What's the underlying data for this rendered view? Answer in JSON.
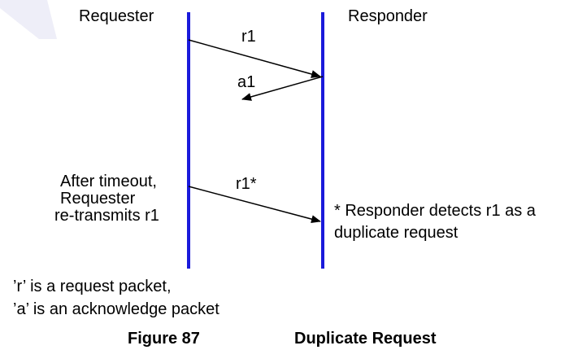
{
  "participants": {
    "requester": "Requester",
    "responder": "Responder"
  },
  "messages": {
    "r1": "r1",
    "a1": "a1",
    "r1_retransmit": "r1*"
  },
  "notes": {
    "timeout_line1": "After timeout,",
    "timeout_line2": "Requester",
    "timeout_line3": "re-transmits r1",
    "duplicate_line1": "* Responder detects r1 as a",
    "duplicate_line2": "duplicate request"
  },
  "legend": {
    "line1": "’r’ is a request packet,",
    "line2": "’a’ is an acknowledge packet"
  },
  "caption": {
    "figure_number": "Figure 87",
    "figure_title": "Duplicate Request"
  },
  "colors": {
    "lifeline": "#1a1adb",
    "arrow": "#000000",
    "corner_decor": "#eeeef8"
  }
}
